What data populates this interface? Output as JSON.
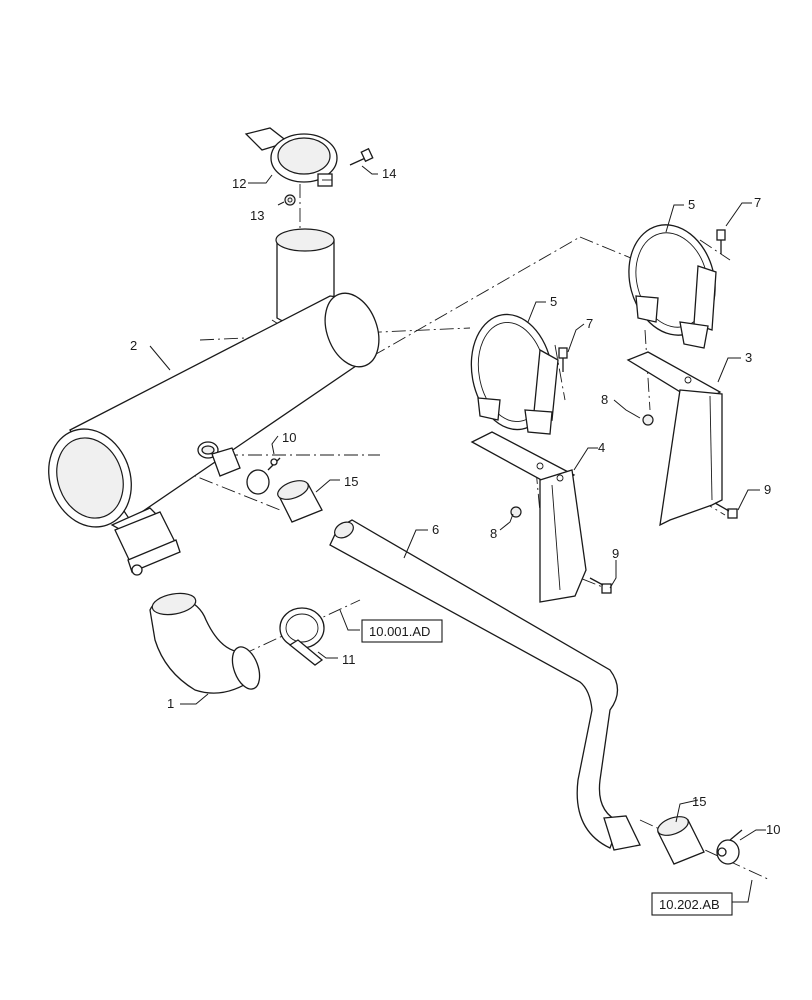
{
  "callouts": {
    "c1": "1",
    "c2": "2",
    "c3": "3",
    "c4": "4",
    "c5a": "5",
    "c5b": "5",
    "c6": "6",
    "c7a": "7",
    "c7b": "7",
    "c8a": "8",
    "c8b": "8",
    "c9a": "9",
    "c9b": "9",
    "c10a": "10",
    "c10b": "10",
    "c11": "11",
    "c12": "12",
    "c13": "13",
    "c14": "14",
    "c15a": "15",
    "c15b": "15"
  },
  "references": {
    "r1": "10.001.AD",
    "r2": "10.202.AB"
  }
}
